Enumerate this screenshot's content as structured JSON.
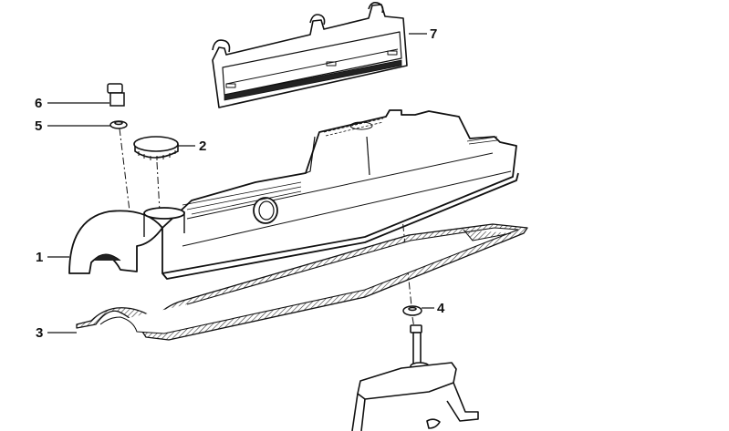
{
  "diagram": {
    "type": "exploded-parts-diagram",
    "subject": "Engine valve / cylinder head cover assembly",
    "colors": {
      "line": "#111111",
      "background": "#ffffff",
      "hatch": "#333333"
    },
    "callouts": [
      {
        "number": "1",
        "part": "cylinder-head-cover"
      },
      {
        "number": "2",
        "part": "oil-filler-cap"
      },
      {
        "number": "3",
        "part": "cover-gasket"
      },
      {
        "number": "4",
        "part": "seal-washer"
      },
      {
        "number": "5",
        "part": "washer"
      },
      {
        "number": "6",
        "part": "bolt"
      },
      {
        "number": "7",
        "part": "cover-plate-with-clips"
      }
    ]
  }
}
